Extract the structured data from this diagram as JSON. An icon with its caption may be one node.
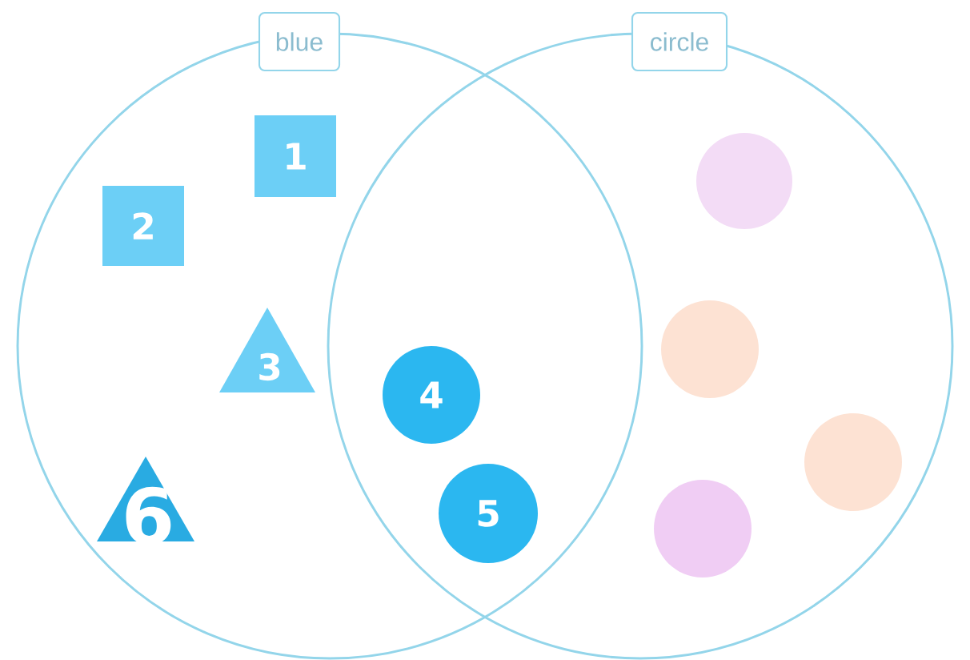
{
  "diagram": {
    "nodes": [
      {
        "text": [
          "blue"
        ]
      },
      {
        "text": [
          "circle"
        ]
      },
      {
        "text": [
          "1"
        ],
        "in": 0
      },
      {
        "text": [
          "2"
        ],
        "in": 0
      },
      {
        "text": [
          "3"
        ],
        "in": 0
      },
      {
        "text": [
          "4"
        ]
      },
      {
        "text": [
          "5"
        ]
      },
      {
        "text": [
          "6"
        ],
        "in": 0
      },
      {
        "text": [],
        "shape": "circle",
        "in": 1
      },
      {
        "text": [],
        "shape": "circle",
        "in": 1
      },
      {
        "text": [],
        "shape": "circle",
        "in": 1
      },
      {
        "text": [],
        "shape": "circle",
        "in": 1
      }
    ]
  }
}
